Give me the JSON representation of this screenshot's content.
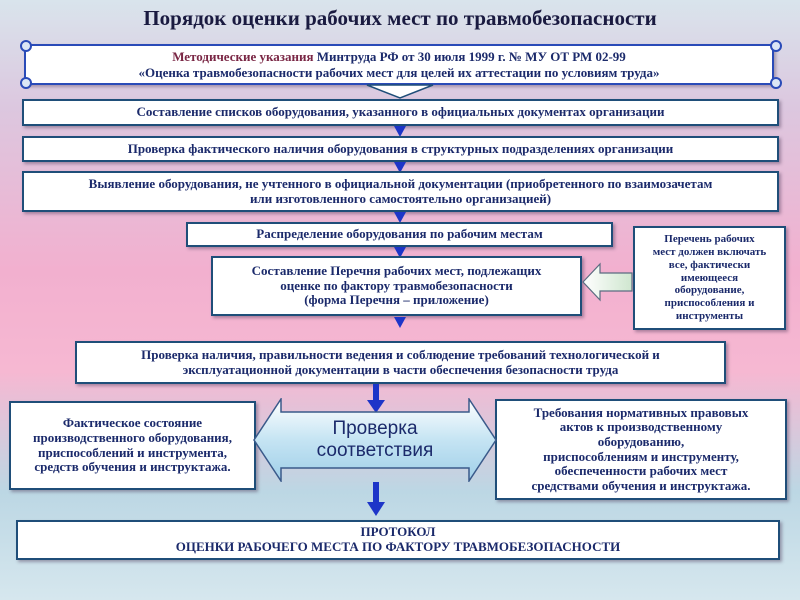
{
  "title": "Порядок оценки рабочих мест по травмобезопасности",
  "scroll": {
    "line1_accent": "Методические указания",
    "line1_rest": " Минтруда РФ от  30 июля 1999 г. № МУ ОТ РМ 02-99",
    "line2": "«Оценка травмобезопасности рабочих мест для целей их аттестации по условиям труда»"
  },
  "steps": {
    "s1": "Составление списков оборудования, указанного в официальных документах организации",
    "s2": "Проверка фактического наличия оборудования в структурных подразделениях организации",
    "s3_line1": "Выявление  оборудования, не учтенного в официальной документации (приобретенного по взаимозачетам",
    "s3_line2": "или изготовленного самостоятельно организацией)",
    "s4": "Распределение оборудования по рабочим местам",
    "s5_line1": "Составление Перечня рабочих мест, подлежащих",
    "s5_line2": "оценке по фактору травмобезопасности",
    "s5_line3": "(форма Перечня – приложение)",
    "s6_line1": "Проверка наличия, правильности ведения и соблюдение требований технологической и",
    "s6_line2": "эксплуатационной документации в части обеспечения безопасности труда"
  },
  "note": {
    "line1": "Перечень рабочих",
    "line2": "мест должен включать",
    "line3": "все, фактически",
    "line4": "имеющееся",
    "line5": "оборудование,",
    "line6": "приспособления и",
    "line7": "инструменты"
  },
  "left_box": {
    "line1": "Фактическое состояние",
    "line2": "производственного оборудования,",
    "line3": "приспособлений и инструмента,",
    "line4": "средств обучения и инструктажа."
  },
  "right_box": {
    "line1": "Требования нормативных правовых",
    "line2": "актов к производственному",
    "line3": "оборудованию,",
    "line4": "приспособлениям и инструменту,",
    "line5": "обеспеченности  рабочих мест",
    "line6": "средствами обучения и инструктажа."
  },
  "center": {
    "line1": "Проверка",
    "line2": "соответствия"
  },
  "protocol": {
    "line1": "ПРОТОКОЛ",
    "line2": "ОЦЕНКИ РАБОЧЕГО МЕСТА ПО ФАКТОРУ ТРАВМОБЕЗОПАСНОСТИ"
  },
  "colors": {
    "box_border": "#1f4e79",
    "text": "#1b2a6b",
    "arrow": "#1d35c8",
    "accent": "#7a2745"
  }
}
